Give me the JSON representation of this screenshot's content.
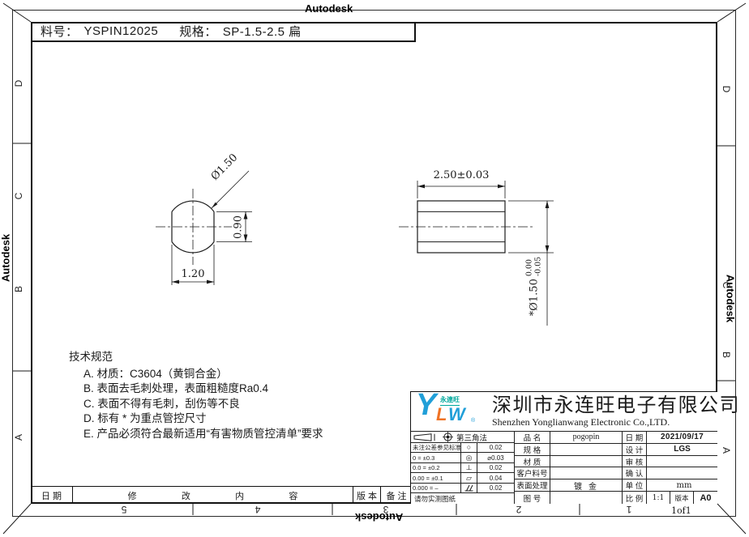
{
  "watermark": "Autodesk",
  "header": {
    "part_label": "料号：",
    "part_no": "YSPIN12025",
    "spec_label": "规格：",
    "spec": "SP-1.5-2.5 扁"
  },
  "zones": {
    "rows": [
      "D",
      "C",
      "B",
      "A"
    ],
    "cols": [
      "5",
      "4",
      "3",
      "2",
      "1"
    ],
    "page": "1of1"
  },
  "drawing": {
    "front_view": {
      "diameter": "Ø1.50",
      "width": "1.20",
      "flat_height": "0.90"
    },
    "side_view": {
      "length": "2.50±0.03",
      "dia": "*Ø1.50",
      "tol_up": "0.00",
      "tol_dn": "-0.05"
    }
  },
  "notes": {
    "title": "技术规范",
    "items": [
      "A.  材质：C3604（黄铜合金）",
      "B.  表面去毛刺处理，表面粗糙度Ra0.4",
      "C.  表面不得有毛刺，刮伤等不良",
      "D.  标有 * 为重点管控尺寸",
      "E.  产品必须符合最新适用“有害物质管控清单”要求"
    ]
  },
  "revision": {
    "date": "日 期",
    "chars": [
      "修",
      "改",
      "内",
      "容"
    ],
    "version": "版 本",
    "remark": "备 注"
  },
  "title_block": {
    "logo": {
      "mini": "永連旺",
      "y": "Y",
      "l": "L",
      "w": "W",
      "reg": "®",
      "blue": "#219fd8",
      "orange": "#f07325",
      "teal": "#00a89c"
    },
    "company_cn": "深圳市永连旺电子有限公司",
    "company_en": "Shenzhen Yonglianwang Electronic Co.,LTD.",
    "projection_label": "第三角法",
    "tol_left": [
      "未注公差参见标准",
      "0   =  ±0.3",
      "0.0  =  ±0.2",
      "0.00 =  ±0.1",
      "0.000 =  –"
    ],
    "gdt_syms": [
      "○",
      "◎",
      "⊥",
      "▱"
    ],
    "gdt_vals": [
      "0.02",
      "⌀0.03",
      "0.02",
      "0.04",
      "0.02"
    ],
    "tol_footer": "请勿实测图纸",
    "fields_mid": [
      {
        "label": "品 名",
        "value": "pogopin"
      },
      {
        "label": "规 格",
        "value": ""
      },
      {
        "label": "材 质",
        "value": ""
      },
      {
        "label": "客户料号",
        "value": ""
      },
      {
        "label": "表面处理",
        "value": "镀金"
      },
      {
        "label": "图 号",
        "value": ""
      }
    ],
    "fields_right": [
      {
        "label": "日 期",
        "value": "2021/09/17"
      },
      {
        "label": "设 计",
        "value": "LGS"
      },
      {
        "label": "审 核",
        "value": ""
      },
      {
        "label": "确 认",
        "value": ""
      },
      {
        "label": "单 位",
        "value": "mm"
      }
    ],
    "scale_row": {
      "label": "比 例",
      "value": "1:1",
      "ver_label": "版本",
      "ver": "A0"
    }
  }
}
